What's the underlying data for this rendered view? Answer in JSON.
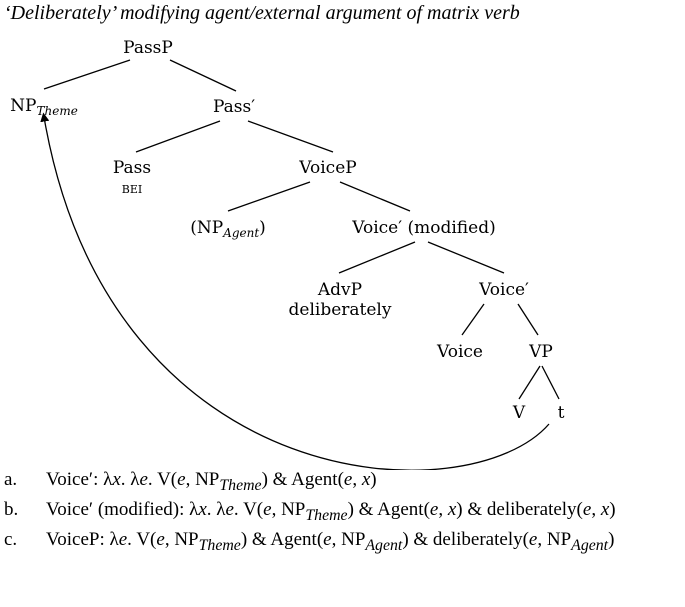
{
  "title": "‘Deliberately’ modifying agent/external argument of matrix verb",
  "tree": {
    "passp": "PassP",
    "np_theme": "NP",
    "theme_sub": "Theme",
    "pass_bar": "Pass′",
    "pass": "Pass",
    "bei": "bei",
    "voicep": "VoiceP",
    "np_agent_open": "(NP",
    "agent_sub": "Agent",
    "np_agent_close": ")",
    "voice_bar_mod": "Voice′ (modified)",
    "advp": "AdvP",
    "deliberately": "deliberately",
    "voice_bar": "Voice′",
    "voice": "Voice",
    "vp": "VP",
    "v": "V",
    "t": "t"
  },
  "examples": [
    {
      "label": "a.",
      "p1": "Voice′: λ",
      "x1": "x",
      "p2": ". λ",
      "e1": "e",
      "p3": ". V(",
      "e2": "e",
      "p4": ", NP",
      "sub1": "Theme",
      "p5": ") & Agent(",
      "e3": "e",
      "p6": ", ",
      "x2": "x",
      "p7": ")"
    },
    {
      "label": "b.",
      "p1": "Voice′ (modified): λ",
      "x1": "x",
      "p2": ". λ",
      "e1": "e",
      "p3": ". V(",
      "e2": "e",
      "p4": ", NP",
      "sub1": "Theme",
      "p5": ") & Agent(",
      "e3": "e",
      "p6": ", ",
      "x2": "x",
      "p7": ") & deliberately(",
      "e4": "e",
      "p8": ", ",
      "x3": "x",
      "p9": ")"
    },
    {
      "label": "c.",
      "p1": "VoiceP: λ",
      "e1": "e",
      "p2": ". V(",
      "e2": "e",
      "p3": ", NP",
      "sub1": "Theme",
      "p4": ") & Agent(",
      "e3": "e",
      "p5": ", NP",
      "sub2": "Agent",
      "p6": ") & deliberately(",
      "e4": "e",
      "p7": ", NP",
      "sub3": "Agent",
      "p8": ")"
    }
  ]
}
